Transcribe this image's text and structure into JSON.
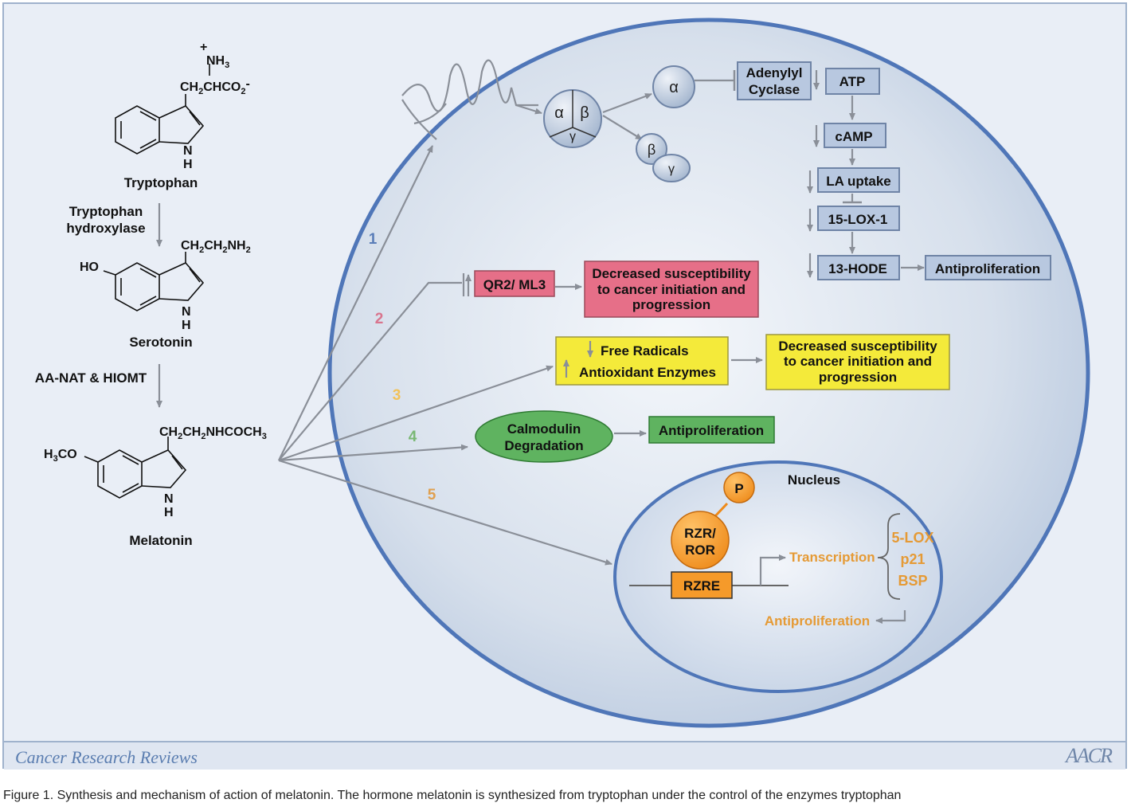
{
  "chemistry": {
    "tryptophan": {
      "name": "Tryptophan",
      "nh3": "NH",
      "nh3_sub": "3",
      "plus": "+",
      "chain": "CH",
      "chain_sub": "2",
      "chain_rest": "CHCO",
      "chain_sub2": "2",
      "chain_minus": "-",
      "n": "N",
      "h": "H"
    },
    "enzyme1": {
      "line1": "Tryptophan",
      "line2": "hydroxylase"
    },
    "serotonin": {
      "name": "Serotonin",
      "ho": "HO",
      "chain": "CH",
      "s1": "2",
      "mid": "CH",
      "s2": "2",
      "nh": "NH",
      "s3": "2",
      "n": "N",
      "h": "H"
    },
    "enzyme2": {
      "label": "AA-NAT & HIOMT"
    },
    "melatonin": {
      "name": "Melatonin",
      "h3co_h": "H",
      "h3co_sub": "3",
      "h3co_co": "CO",
      "chain": "CH",
      "s1": "2",
      "mid": "CH",
      "s2": "2",
      "rest": "NHCOCH",
      "s3": "3",
      "n": "N",
      "h": "H"
    }
  },
  "pathways": {
    "numbers": [
      "1",
      "2",
      "3",
      "4",
      "5"
    ],
    "colors": [
      "#5a7db8",
      "#d9758e",
      "#f2c25a",
      "#7ab874",
      "#e0a050"
    ]
  },
  "gprotein": {
    "alpha": "α",
    "beta": "β",
    "gamma": "γ",
    "adenylyl_cyclase_1": "Adenylyl",
    "adenylyl_cyclase_2": "Cyclase",
    "atp": "ATP",
    "camp": "cAMP",
    "la_uptake": "LA uptake",
    "lox": "15-LOX-1",
    "hode": "13-HODE",
    "antiproliferation": "Antiproliferation"
  },
  "pathway2": {
    "receptor": "QR2/ ML3",
    "result_1": "Decreased susceptibility",
    "result_2": "to cancer initiation and",
    "result_3": "progression"
  },
  "pathway3": {
    "free_radicals": "Free Radicals",
    "antioxidant": "Antioxidant Enzymes",
    "result_1": "Decreased susceptibility",
    "result_2": "to cancer initiation and",
    "result_3": "progression"
  },
  "pathway4": {
    "calmodulin_1": "Calmodulin",
    "calmodulin_2": "Degradation",
    "antiproliferation": "Antiproliferation"
  },
  "nucleus": {
    "title": "Nucleus",
    "p": "P",
    "rzr_1": "RZR/",
    "rzr_2": "ROR",
    "rzre": "RZRE",
    "transcription": "Transcription",
    "genes": [
      "5-LOX",
      "p21",
      "BSP"
    ],
    "antiproliferation": "Antiproliferation"
  },
  "footer": {
    "journal": "Cancer Research Reviews",
    "logo": "AACR"
  },
  "caption": "Figure 1.  Synthesis and mechanism of action of melatonin. The hormone melatonin is synthesized from tryptophan under the control of the enzymes tryptophan"
}
